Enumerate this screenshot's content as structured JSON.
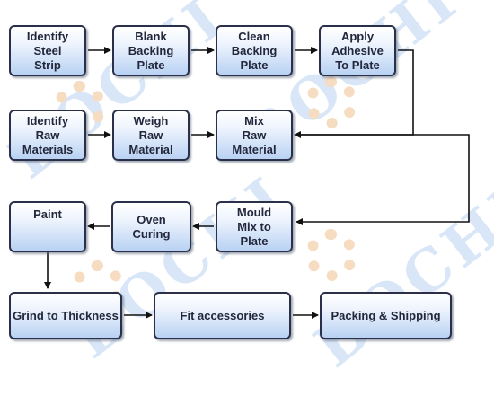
{
  "watermark": {
    "text": "BOCHI"
  },
  "steps": {
    "identify_steel_strip": "Identify\nSteel\nStrip",
    "blank_backing_plate": "Blank\nBacking\nPlate",
    "clean_backing_plate": "Clean\nBacking\nPlate",
    "apply_adhesive": "Apply\nAdhesive\nTo Plate",
    "identify_raw_materials": "Identify\nRaw\nMaterials",
    "weigh_raw_material": "Weigh\nRaw\nMaterial",
    "mix_raw_material": "Mix\nRaw\nMaterial",
    "mould_mix": "Mould\nMix to\nPlate",
    "oven_curing": "Oven\nCuring",
    "paint": "Paint",
    "grind_to_thickness": "Grind to Thickness",
    "fit_accessories": "Fit accessories",
    "packing_shipping": "Packing & Shipping"
  },
  "colors": {
    "box_border": "#2a2f4a",
    "box_fill_top": "#ffffff",
    "box_fill_bottom": "#b9d2f3",
    "arrow": "#111111",
    "watermark_text": "#d8e6f7",
    "watermark_gear": "#f6dcc0"
  }
}
